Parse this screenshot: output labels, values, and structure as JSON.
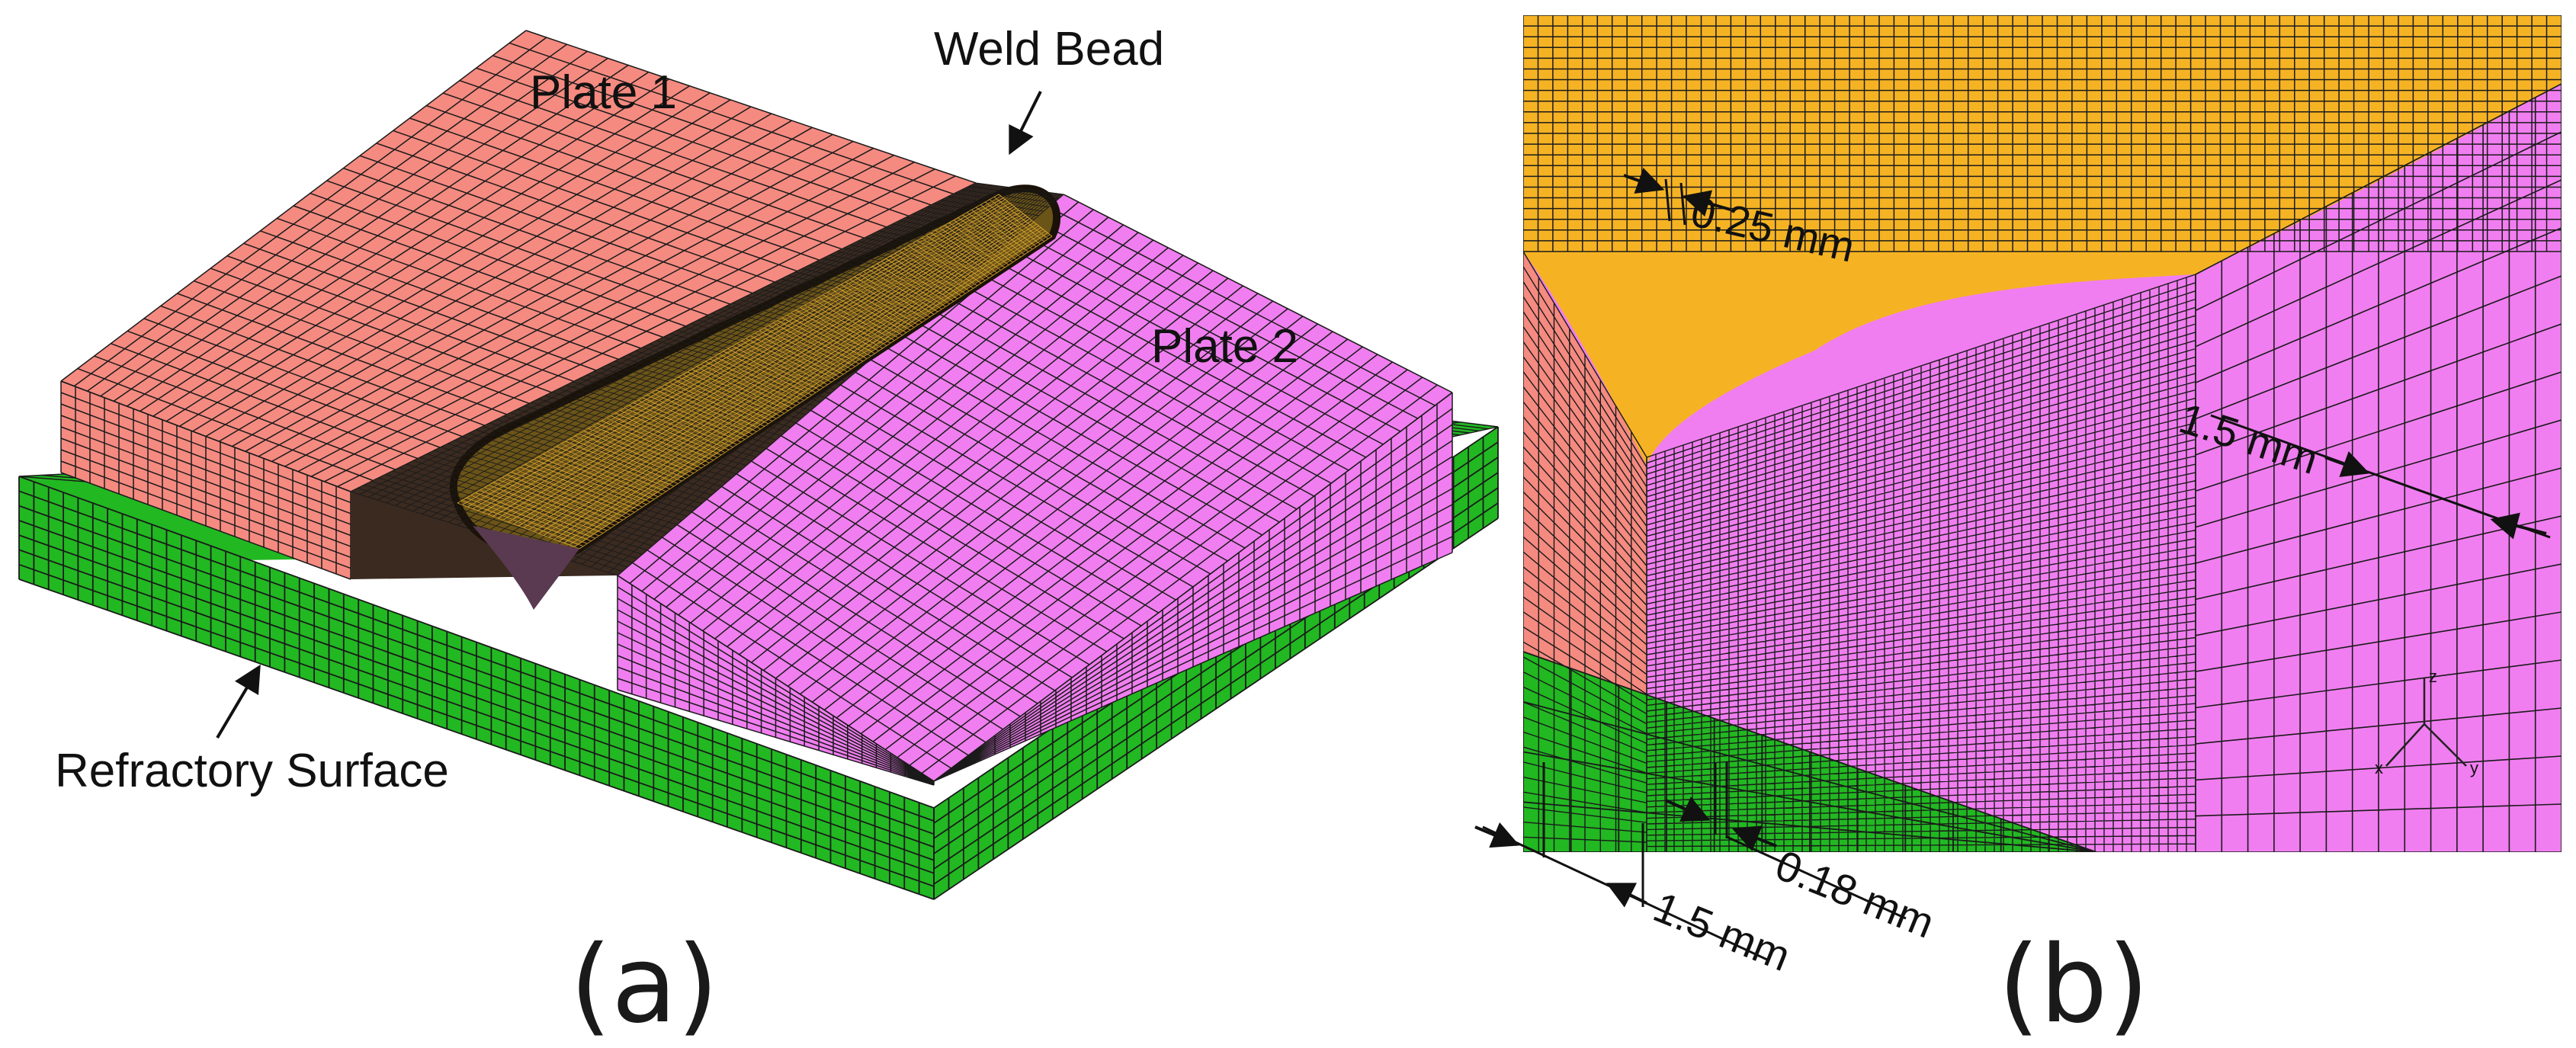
{
  "labels": {
    "plate1": "Plate 1",
    "plate2": "Plate 2",
    "weld_bead": "Weld Bead",
    "refractory": "Refractory Surface",
    "panel_a": "(a)",
    "panel_b": "(b)"
  },
  "dimensions": {
    "bead_el": "0.25 mm",
    "plate_el": "1.5 mm",
    "refr_el_fine": "0.18 mm",
    "refr_el_coarse": "1.5 mm"
  },
  "axes": {
    "z": "z",
    "y": "y",
    "x": "x"
  },
  "colors": {
    "plate1": "#f58a80",
    "plate2": "#f07ef0",
    "refractory": "#22b822",
    "weld_bead": "#f5b324",
    "bead_dark": "#4a3a10",
    "mesh_line": "#1a1a1a"
  }
}
